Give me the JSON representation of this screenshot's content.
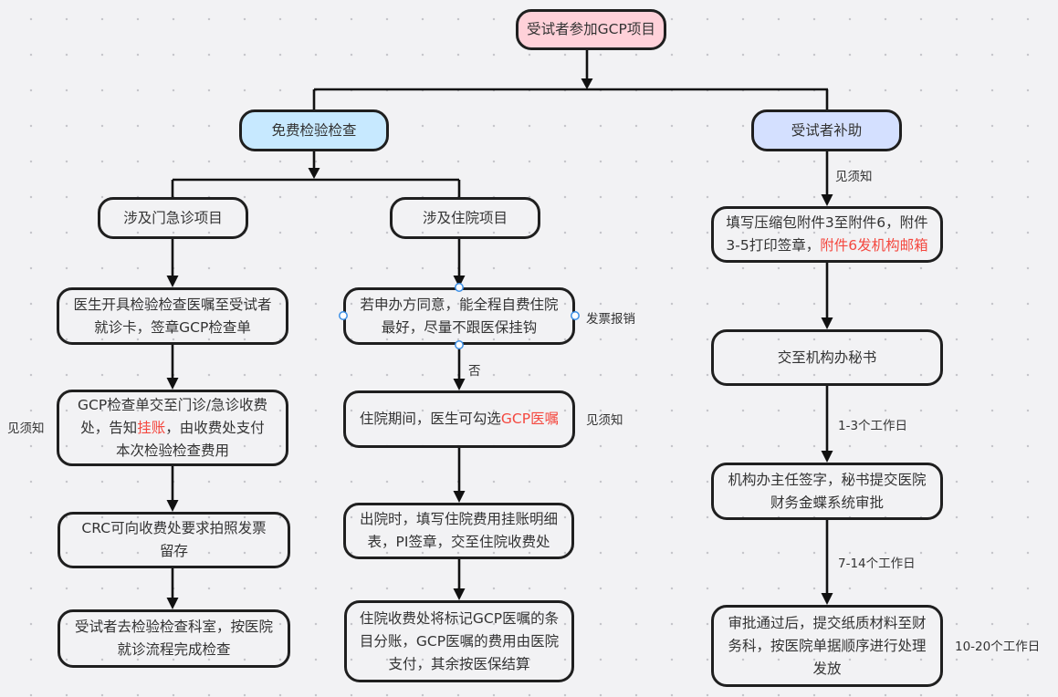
{
  "flowchart": {
    "root": {
      "text": "受试者参加GCP项目"
    },
    "free_exam": {
      "text": "免费检验检查"
    },
    "subsidy": {
      "text": "受试者补助"
    },
    "outpatient": {
      "text": "涉及门急诊项目"
    },
    "inpatient": {
      "text": "涉及住院项目"
    },
    "outpatient_steps": [
      {
        "lines": [
          [
            {
              "text": "医生开具检验检查医嘱至受试者",
              "highlight": false
            }
          ],
          [
            {
              "text": "就诊卡，签章GCP检查单",
              "highlight": false
            }
          ]
        ]
      },
      {
        "lines": [
          [
            {
              "text": "GCP检查单交至门诊/急诊收费",
              "highlight": false
            }
          ],
          [
            {
              "text": "处，告知",
              "highlight": false
            },
            {
              "text": "挂账",
              "highlight": true
            },
            {
              "text": "，由收费处支付",
              "highlight": false
            }
          ],
          [
            {
              "text": "本次检验检查费用",
              "highlight": false
            }
          ]
        ]
      },
      {
        "lines": [
          [
            {
              "text": "CRC可向收费处要求拍照发票",
              "highlight": false
            }
          ],
          [
            {
              "text": "留存",
              "highlight": false
            }
          ]
        ]
      },
      {
        "lines": [
          [
            {
              "text": "受试者去检验检查科室，按医院",
              "highlight": false
            }
          ],
          [
            {
              "text": "就诊流程完成检查",
              "highlight": false
            }
          ]
        ]
      }
    ],
    "inpatient_steps": [
      {
        "lines": [
          [
            {
              "text": "若申办方同意，能全程自费住院",
              "highlight": false
            }
          ],
          [
            {
              "text": "最好，尽量不跟医保挂钩",
              "highlight": false
            }
          ]
        ]
      },
      {
        "lines": [
          [
            {
              "text": "住院期间，医生可勾选",
              "highlight": false
            },
            {
              "text": "GCP医嘱",
              "highlight": true
            }
          ]
        ]
      },
      {
        "lines": [
          [
            {
              "text": "出院时，填写住院费用挂账明细",
              "highlight": false
            }
          ],
          [
            {
              "text": "表，PI签章，交至住院收费处",
              "highlight": false
            }
          ]
        ]
      },
      {
        "lines": [
          [
            {
              "text": "住院收费处将标记GCP医嘱的条",
              "highlight": false
            }
          ],
          [
            {
              "text": "目分账，GCP医嘱的费用由医院",
              "highlight": false
            }
          ],
          [
            {
              "text": "支付，其余按医保结算",
              "highlight": false
            }
          ]
        ]
      }
    ],
    "subsidy_steps": [
      {
        "lines": [
          [
            {
              "text": "填写压缩包附件3至附件6，附件",
              "highlight": false
            }
          ],
          [
            {
              "text": "3-5打印签章，",
              "highlight": false
            },
            {
              "text": "附件6发机构邮箱",
              "highlight": true
            }
          ]
        ]
      },
      {
        "lines": [
          [
            {
              "text": "交至机构办秘书",
              "highlight": false
            }
          ]
        ]
      },
      {
        "lines": [
          [
            {
              "text": "机构办主任签字，秘书提交医院",
              "highlight": false
            }
          ],
          [
            {
              "text": "财务金蝶系统审批",
              "highlight": false
            }
          ]
        ]
      },
      {
        "lines": [
          [
            {
              "text": "审批通过后，提交纸质材料至财",
              "highlight": false
            }
          ],
          [
            {
              "text": "务科，按医院单据顺序进行处理",
              "highlight": false
            }
          ],
          [
            {
              "text": "发放",
              "highlight": false
            }
          ]
        ]
      }
    ]
  },
  "edge_labels": {
    "subsidy_note": "见须知",
    "outpatient_billing_note": "见须知",
    "invoice_reimbursement": "发票报销",
    "no_branch": "否",
    "inpatient_order_note": "见须知",
    "secretary_duration": "1-3个工作日",
    "approval_duration": "7-14个工作日",
    "payout_duration": "10-20个工作日"
  },
  "colors": {
    "root_fill": "#ffd1d9",
    "free_exam_fill": "#c7e9ff",
    "subsidy_fill": "#d4e0ff",
    "highlight_text": "#f4483f",
    "border": "#1f1f1f",
    "selection_handle": "#3a8ee6",
    "canvas_background": "#f2f2f4"
  }
}
